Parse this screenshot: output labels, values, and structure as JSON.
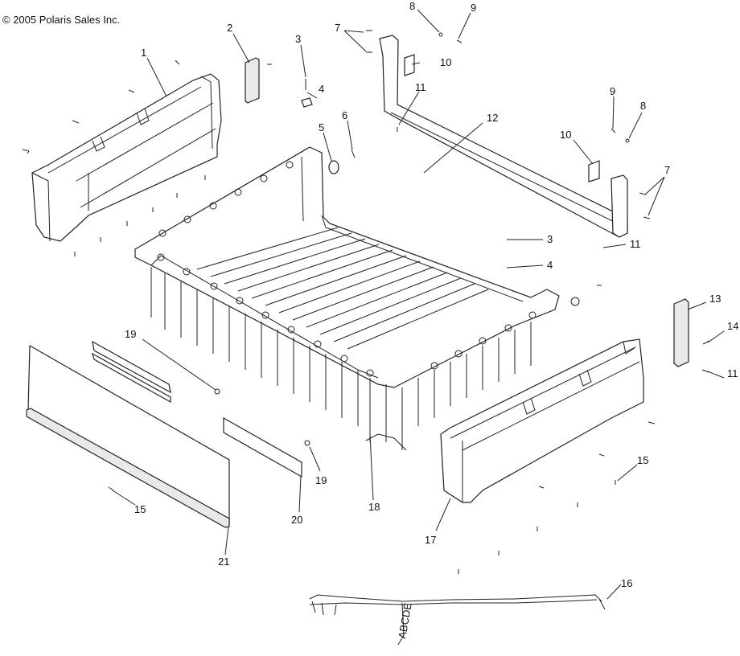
{
  "copyright": "© 2005 Polaris Sales Inc.",
  "callouts": {
    "c1": "1",
    "c2": "2",
    "c3a": "3",
    "c3b": "3",
    "c4a": "4",
    "c4b": "4",
    "c5": "5",
    "c6": "6",
    "c7a": "7",
    "c7b": "7",
    "c8a": "8",
    "c8b": "8",
    "c9a": "9",
    "c9b": "9",
    "c10a": "10",
    "c10b": "10",
    "c11a": "11",
    "c11b": "11",
    "c11c": "11",
    "c12": "12",
    "c13": "13",
    "c14": "14",
    "c15a": "15",
    "c15b": "15",
    "c16": "16",
    "c17": "17",
    "c18": "18",
    "c19a": "19",
    "c19b": "19",
    "c20": "20",
    "c21": "21"
  },
  "harness_label": "ABCDE"
}
